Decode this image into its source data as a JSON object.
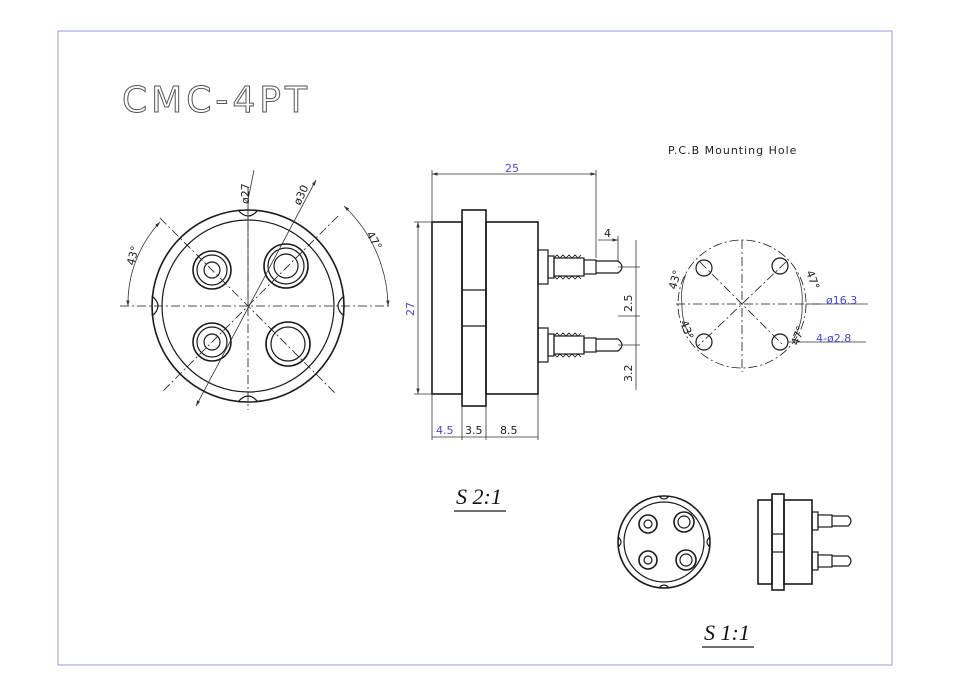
{
  "title": "CMC-4PT",
  "pcb_label": "P.C.B Mounting Hole",
  "front_view": {
    "dia_inner": "ø27",
    "dia_outer": "ø30",
    "angle_left": "43°",
    "angle_right": "47°"
  },
  "side_view": {
    "overall_length": "25",
    "height": "27",
    "pin_len": "4",
    "pin_spacing": "2.5",
    "pin_offset": "3.2",
    "seg_a": "4.5",
    "seg_b": "3.5",
    "seg_c": "8.5"
  },
  "pcb_view": {
    "angle_tl": "43°",
    "angle_tr": "47°",
    "angle_bl": "43°",
    "angle_br": "47°",
    "pcd": "ø16.3",
    "holes": "4-ø2.8"
  },
  "scale_large": "S 2:1",
  "scale_small": "S 1:1",
  "colors": {
    "dimension_text": "#4a4ad0",
    "frame": "#9a9ad8"
  }
}
